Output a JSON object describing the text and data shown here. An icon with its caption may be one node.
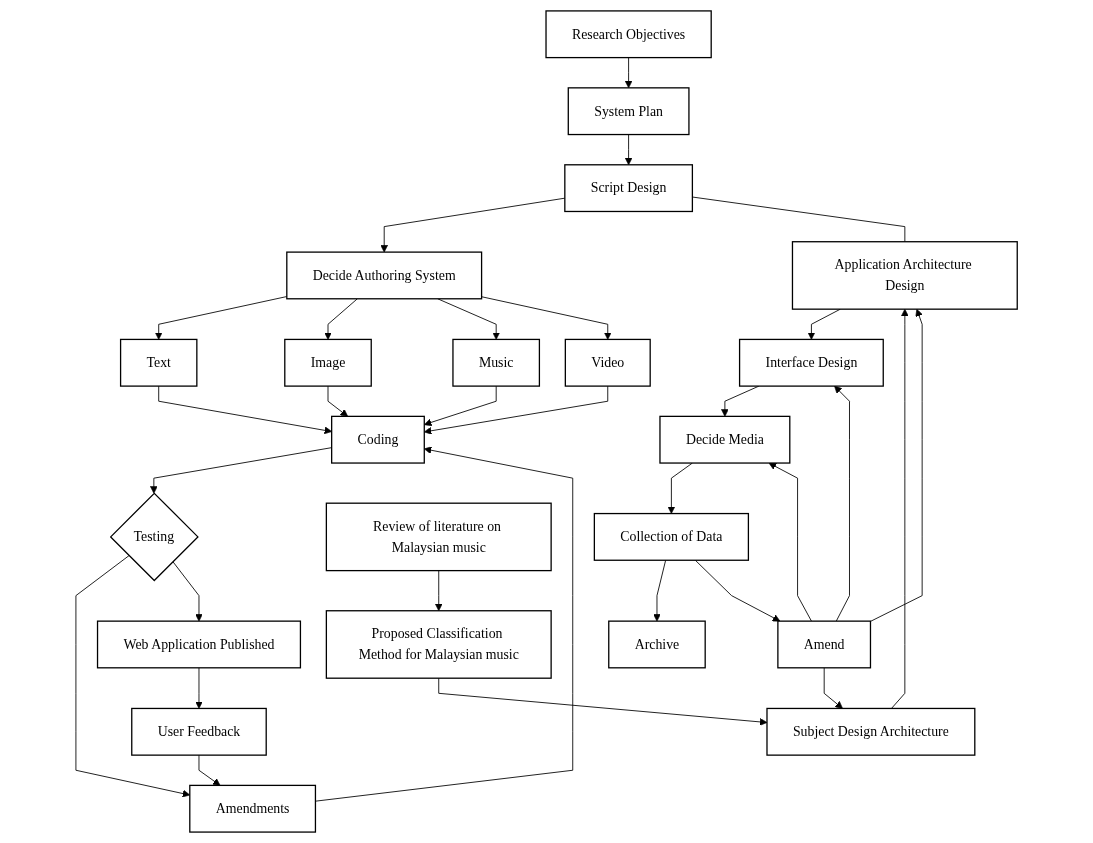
{
  "diagram": {
    "nodes": [
      {
        "text": [
          "Research Objectives"
        ]
      },
      {
        "text": [
          "System Plan"
        ]
      },
      {
        "text": [
          "Script Design"
        ]
      },
      {
        "text": [
          "Decide Authoring System"
        ]
      },
      {
        "text": [
          "Text"
        ]
      },
      {
        "text": [
          "Image"
        ]
      },
      {
        "text": [
          "Music"
        ]
      },
      {
        "text": [
          "Video"
        ]
      },
      {
        "text": [
          "Coding"
        ]
      },
      {
        "text": [
          "Testing"
        ]
      },
      {
        "text": [
          "Amendments"
        ]
      },
      {
        "text": [
          "User Feedback"
        ]
      },
      {
        "text": [
          "Web Application Published"
        ]
      },
      {
        "text": [
          "Review of literature on Malaysian music"
        ]
      },
      {
        "text": [
          "Proposed Classification Method for Malaysian music"
        ]
      },
      {
        "text": [
          "Subject Design Architecture"
        ]
      },
      {
        "text": [
          "Application Architecture Design"
        ]
      },
      {
        "text": [
          "Interface Design"
        ]
      },
      {
        "text": [
          "Decide Media"
        ]
      },
      {
        "text": [
          "Collection of Data"
        ]
      },
      {
        "text": [
          "Archive"
        ]
      },
      {
        "text": [
          "Amend"
        ]
      }
    ],
    "edges": [
      {
        "from": 0,
        "to": 1,
        "arrow": "to"
      },
      {
        "from": 1,
        "to": 2,
        "arrow": "to"
      },
      {
        "from": 2,
        "to": 3,
        "arrow": "to"
      },
      {
        "from": 3,
        "to": 4,
        "arrow": "to"
      },
      {
        "from": 3,
        "to": 5,
        "arrow": "to"
      },
      {
        "from": 3,
        "to": 6,
        "arrow": "to"
      },
      {
        "from": 3,
        "to": 7,
        "arrow": "to"
      },
      {
        "from": 4,
        "to": 8,
        "arrow": "to"
      },
      {
        "from": 5,
        "to": 8,
        "arrow": "to"
      },
      {
        "from": 6,
        "to": 8,
        "arrow": "to"
      },
      {
        "from": 7,
        "to": 8,
        "arrow": "to"
      },
      {
        "from": 8,
        "to": 9,
        "arrow": "to"
      },
      {
        "from": 9,
        "to": 10,
        "arrow": "to"
      },
      {
        "from": 10,
        "to": 8,
        "arrow": "to"
      },
      {
        "from": 9,
        "to": 12,
        "arrow": "to"
      },
      {
        "from": 12,
        "to": 11,
        "arrow": "to"
      },
      {
        "from": 11,
        "to": 10,
        "arrow": "to"
      },
      {
        "from": 2,
        "to": 16,
        "arrow": "none"
      },
      {
        "from": 13,
        "to": 14,
        "arrow": "to"
      },
      {
        "from": 14,
        "to": 15,
        "arrow": "to"
      },
      {
        "from": 15,
        "to": 16,
        "arrow": "to"
      },
      {
        "from": 16,
        "to": 17,
        "arrow": "to"
      },
      {
        "from": 17,
        "to": 18,
        "arrow": "to"
      },
      {
        "from": 18,
        "to": 19,
        "arrow": "to"
      },
      {
        "from": 19,
        "to": 20,
        "arrow": "to"
      },
      {
        "from": 19,
        "to": 21,
        "arrow": "to"
      },
      {
        "from": 21,
        "to": 15,
        "arrow": "to"
      },
      {
        "from": 21,
        "to": 16,
        "arrow": "to"
      },
      {
        "from": 21,
        "to": 17,
        "arrow": "to"
      },
      {
        "from": 21,
        "to": 18,
        "arrow": "to"
      }
    ]
  }
}
